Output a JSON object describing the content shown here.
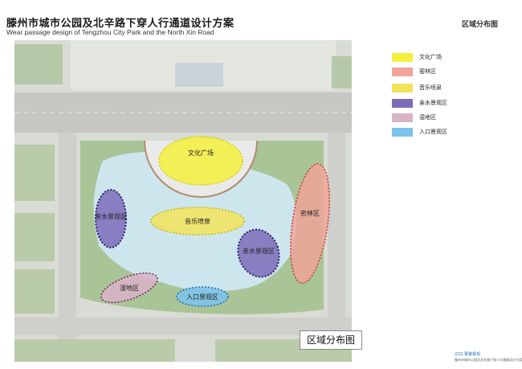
{
  "header": {
    "title_cn": "滕州市城市公园及北辛路下穿人行通道设计方案",
    "title_en": "Wear passage design of Tengzhou City Park and the North Xin Road",
    "corner_tag": "区域分布图"
  },
  "legend": {
    "items": [
      {
        "label": "文化广场",
        "color": "#f5f03c"
      },
      {
        "label": "密林区",
        "color": "#f0a49a"
      },
      {
        "label": "音乐喷泉",
        "color": "#f3e35a"
      },
      {
        "label": "亲水景观区",
        "color": "#7d6bb8"
      },
      {
        "label": "湿地区",
        "color": "#d9b3c8"
      },
      {
        "label": "入口景观区",
        "color": "#7ec3ea"
      }
    ]
  },
  "map": {
    "zones": [
      {
        "label": "文化广场",
        "color": "#f5f03c"
      },
      {
        "label": "音乐喷泉",
        "color": "#f3e35a"
      },
      {
        "label": "亲水景观区",
        "color": "#7d6bb8"
      },
      {
        "label": "亲水景观区",
        "color": "#7d6bb8"
      },
      {
        "label": "密林区",
        "color": "#f0a49a"
      },
      {
        "label": "湿地区",
        "color": "#d9b3c8"
      },
      {
        "label": "入口景观区",
        "color": "#7ec3ea"
      }
    ]
  },
  "caption": "区域分布图",
  "footer": {
    "logo_text": "(CD) 曹路景观",
    "sub_text": "滕州市城市公园及北辛路下穿人行通道设计方案"
  }
}
